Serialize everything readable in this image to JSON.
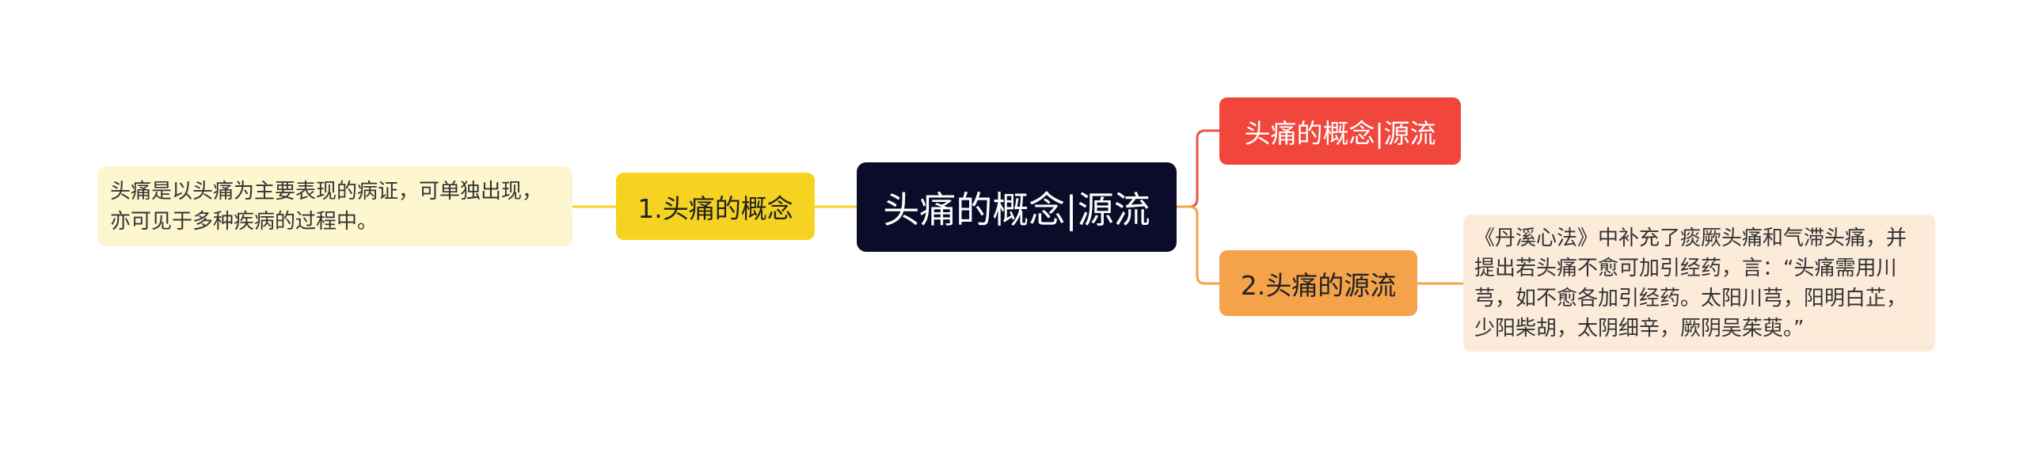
{
  "root": {
    "label": "头痛的概念|源流"
  },
  "branches": {
    "left": {
      "label": "1.头痛的概念",
      "detail": "头痛是以头痛为主要表现的病证，可单独出现，亦可见于多种疾病的过程中。"
    },
    "top": {
      "label": "头痛的概念|源流"
    },
    "bottom": {
      "label": "2.头痛的源流",
      "detail": "《丹溪心法》中补充了痰厥头痛和气滞头痛，并提出若头痛不愈可加引经药，言：“头痛需用川芎，如不愈各加引经药。太阳川芎，阳明白芷，少阳柴胡，太阴细辛，厥阴吴茱萸。”"
    }
  },
  "colors": {
    "root_bg": "#0b0c29",
    "left_branch_bg": "#f5d320",
    "left_leaf_bg": "#fdf6cf",
    "top_branch_bg": "#f0463c",
    "bottom_branch_bg": "#f4a34a",
    "right_leaf_bg": "#fcebd9",
    "left_link": "#f5d320",
    "top_link": "#e8544a",
    "bottom_link": "#f4a34a"
  }
}
